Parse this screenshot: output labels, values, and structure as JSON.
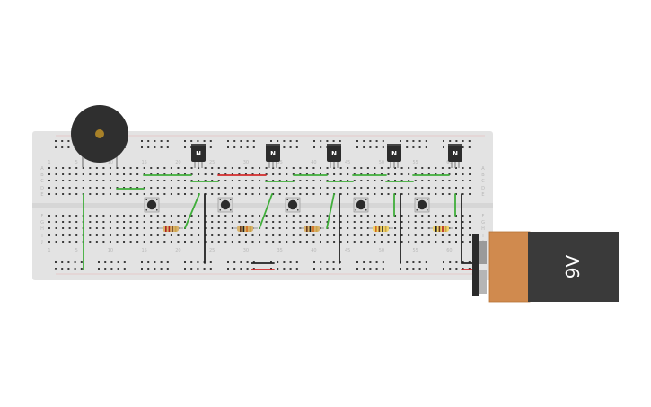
{
  "breadboard": {
    "row_letters_top": [
      "A",
      "B",
      "C",
      "D",
      "E"
    ],
    "row_letters_bottom": [
      "F",
      "G",
      "H",
      "I",
      "J"
    ],
    "column_numbers": [
      "1",
      "5",
      "10",
      "15",
      "20",
      "25",
      "30",
      "35",
      "40",
      "45",
      "50",
      "55",
      "60"
    ],
    "rail_plus": "+",
    "rail_minus": "−"
  },
  "transistors": [
    {
      "label": "N"
    },
    {
      "label": "N"
    },
    {
      "label": "N"
    },
    {
      "label": "N"
    },
    {
      "label": "N"
    }
  ],
  "battery": {
    "label": "9V",
    "body_color": "#3a3a3a",
    "cap_color": "#d08a4e"
  },
  "buzzer": {
    "color": "#2f2f2f",
    "center_color": "#a88128"
  },
  "colors": {
    "wire_green": "#3fae3a",
    "wire_red": "#d22b2b",
    "wire_black": "#222222"
  }
}
